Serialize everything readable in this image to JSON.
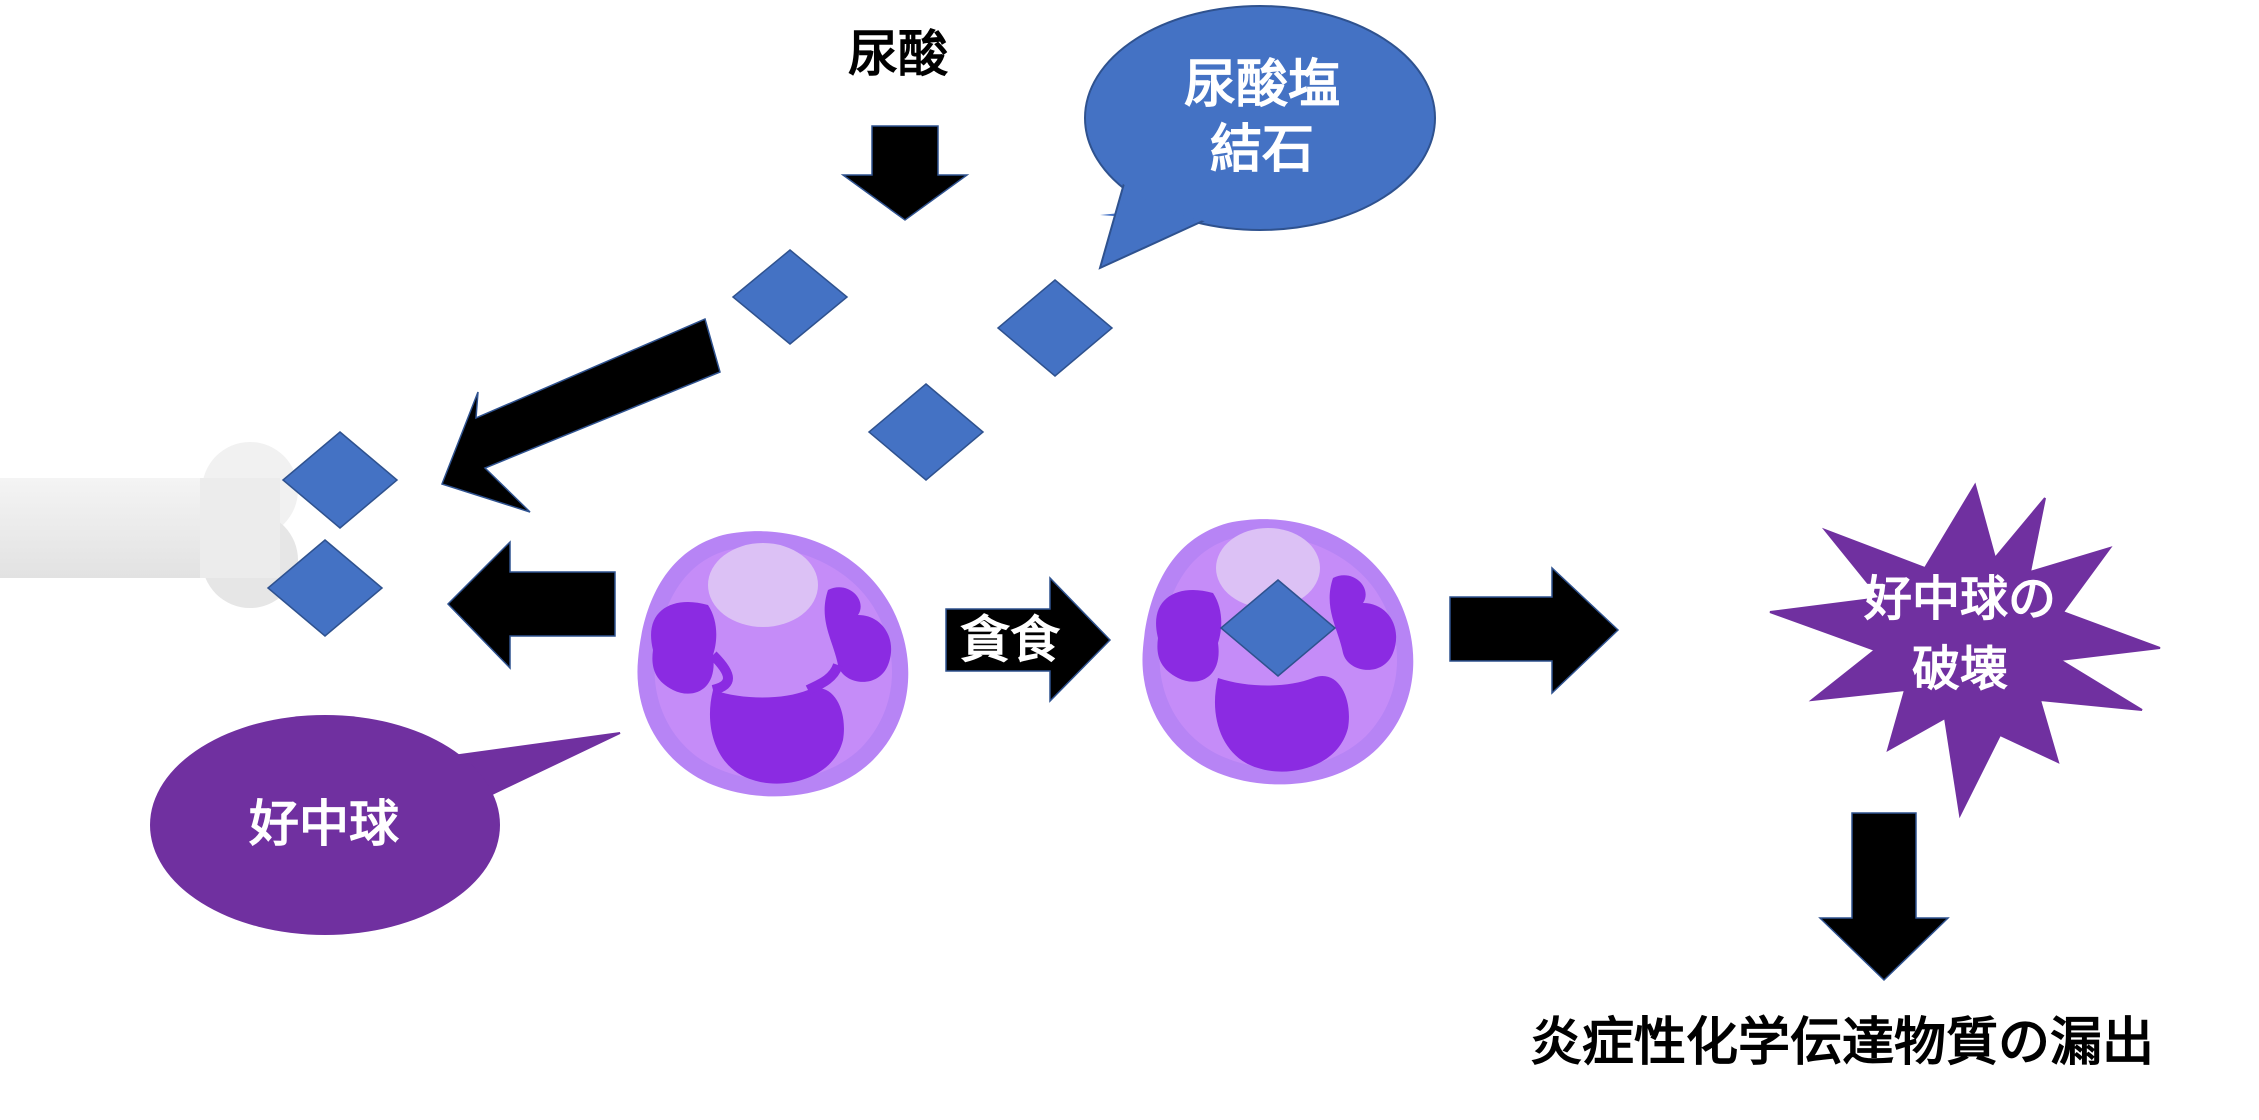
{
  "labels": {
    "uric_acid": "尿酸",
    "urate_crystal_line1": "尿酸塩",
    "urate_crystal_line2": "結石",
    "phagocytosis": "貪食",
    "neutrophil": "好中球",
    "neutrophil_destruction_line1": "好中球の",
    "neutrophil_destruction_line2": "破壊",
    "mediator_release": "炎症性化学伝達物質の漏出"
  },
  "colors": {
    "crystal_blue": "#4472c4",
    "crystal_outline": "#2f528f",
    "neutrophil_purple": "#7030a0",
    "cell_membrane": "#b784f5",
    "cell_cytoplasm": "#c58cf8",
    "cell_nucleus": "#8b2be2",
    "cell_vacuole": "#dcc1f5",
    "arrow_black": "#000000",
    "bone_gray": "#eeeeee"
  },
  "icons": {
    "crystal": "diamond-icon",
    "cell": "neutrophil-cell-icon",
    "burst": "explosion-burst-icon",
    "joint": "bone-joint-icon"
  }
}
